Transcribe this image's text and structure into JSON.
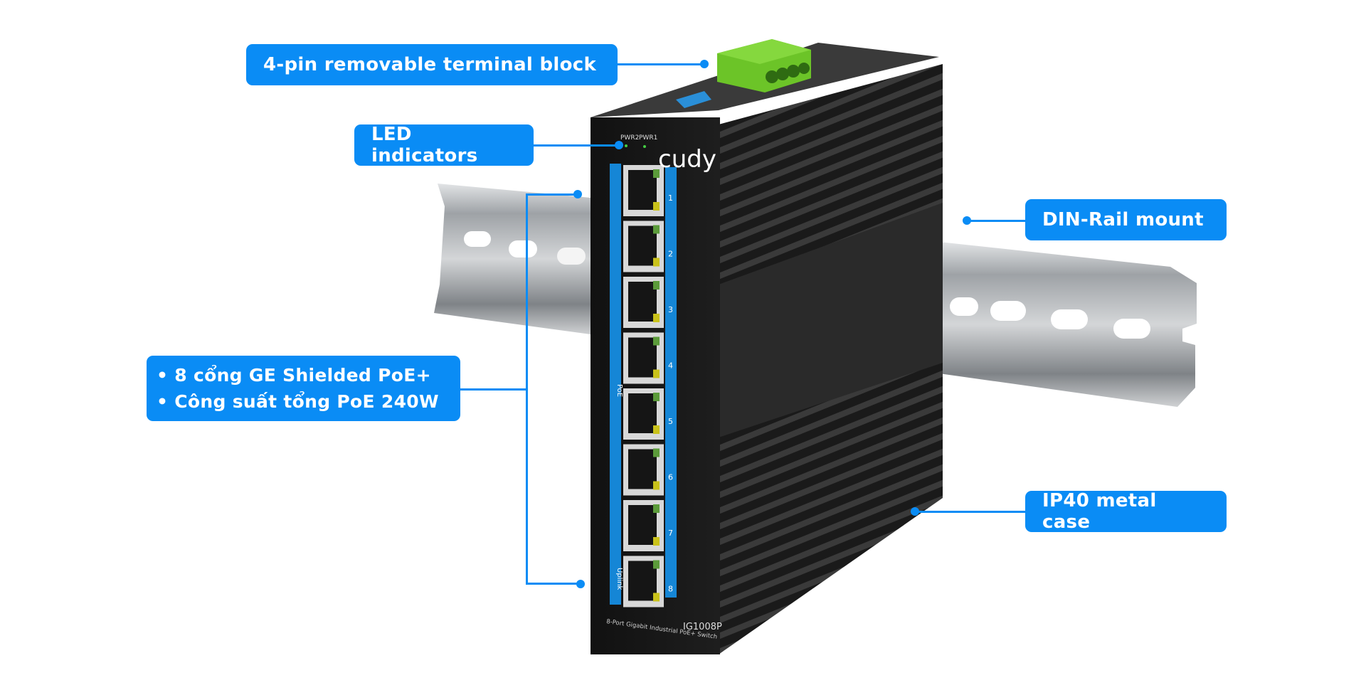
{
  "callouts": {
    "terminal_block": "4-pin removable terminal block",
    "led_indicators": "LED indicators",
    "poe_ports": [
      "• 8 cổng GE Shielded PoE+",
      "• Công suất tổng PoE 240W"
    ],
    "din_rail": "DIN-Rail mount",
    "metal_case": "IP40 metal case"
  },
  "device": {
    "brand": "cudy",
    "model": "IG1008P",
    "description": "8-Port Gigabit Industrial PoE+ Switch",
    "led_labels": [
      "PWR2",
      "PWR1"
    ],
    "port_numbers": [
      "1",
      "2",
      "3",
      "4",
      "5",
      "6",
      "7",
      "8"
    ],
    "strip_labels": {
      "poe": "PoE",
      "uplink": "Uplink"
    }
  },
  "colors": {
    "accent": "#0a8cf5",
    "case": "#1b1b1b",
    "terminal": "#6cc428",
    "rail": "#b9bcbf"
  }
}
